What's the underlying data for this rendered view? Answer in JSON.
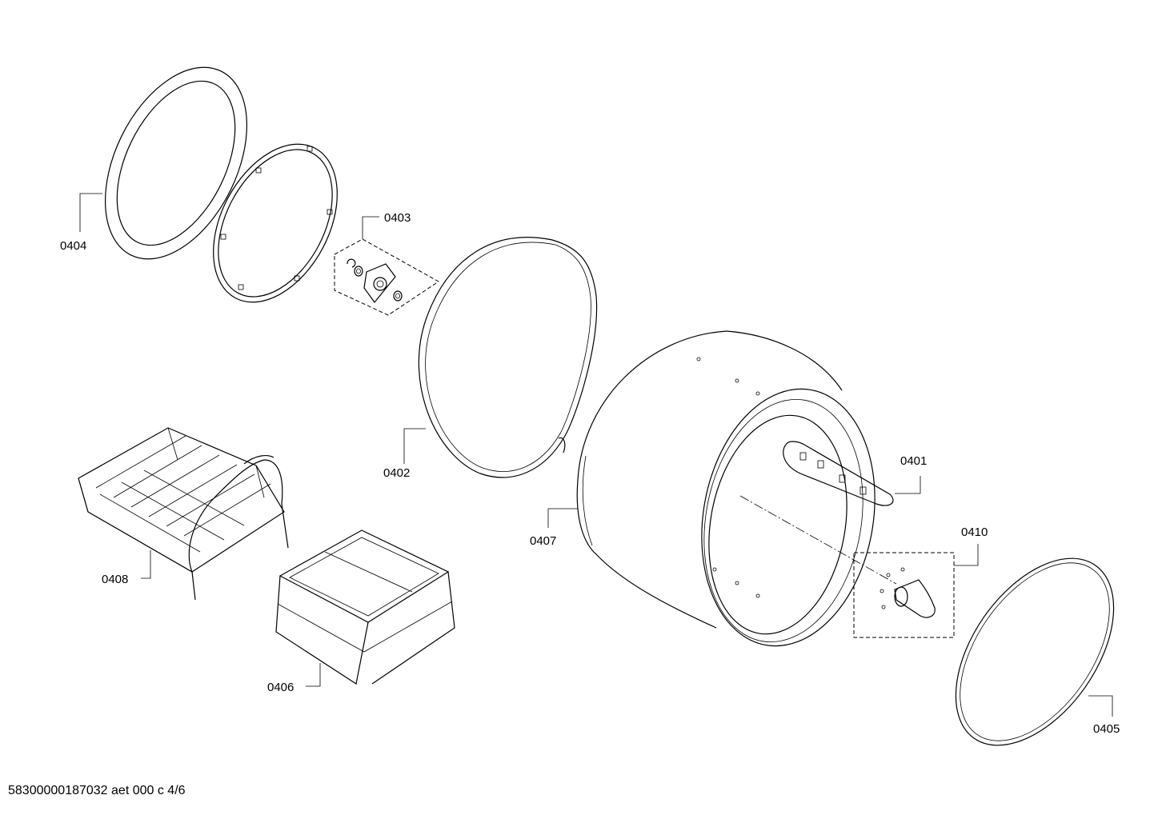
{
  "parts": {
    "p0401": "0401",
    "p0402": "0402",
    "p0403": "0403",
    "p0404": "0404",
    "p0405": "0405",
    "p0406": "0406",
    "p0407": "0407",
    "p0408": "0408",
    "p0410": "0410"
  },
  "footer": "58300000187032 aet 000 c 4/6"
}
